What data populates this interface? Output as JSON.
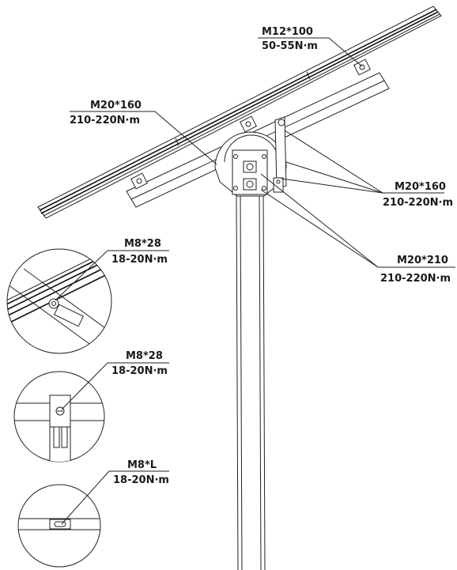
{
  "callouts": [
    {
      "spec": "M12*100",
      "torque": "50-55N·m"
    },
    {
      "spec": "M20*160",
      "torque": "210-220N·m"
    },
    {
      "spec": "M20*160",
      "torque": "210-220N·m"
    },
    {
      "spec": "M20*210",
      "torque": "210-220N·m"
    },
    {
      "spec": "M8*28",
      "torque": "18-20N·m"
    },
    {
      "spec": "M8*28",
      "torque": "18-20N·m"
    },
    {
      "spec": "M8*L",
      "torque": "18-20N·m"
    }
  ]
}
